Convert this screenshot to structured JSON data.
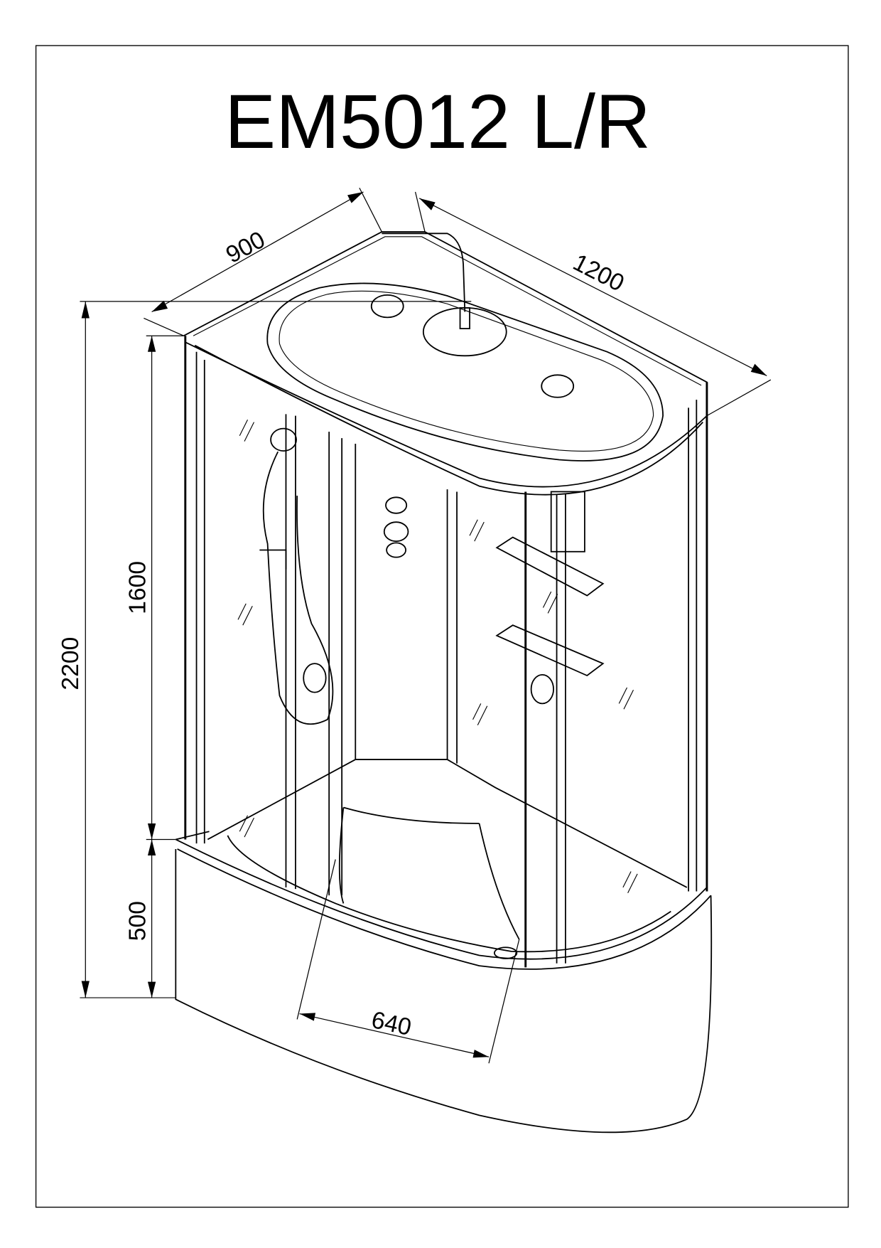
{
  "title": "EM5012 L/R",
  "dimensions": {
    "depth": "900",
    "width": "1200",
    "total_height": "2200",
    "cabin_height": "1600",
    "tray_height": "500",
    "door_width": "640"
  }
}
